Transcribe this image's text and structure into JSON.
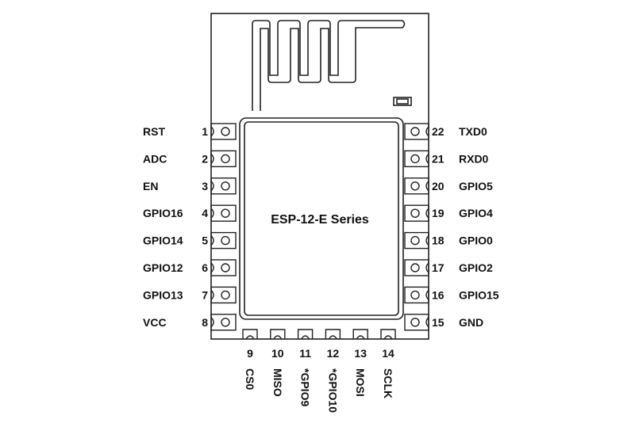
{
  "module": {
    "title": "ESP-12-E Series"
  },
  "left_pins": [
    {
      "num": "1",
      "name": "RST"
    },
    {
      "num": "2",
      "name": "ADC"
    },
    {
      "num": "3",
      "name": "EN"
    },
    {
      "num": "4",
      "name": "GPIO16"
    },
    {
      "num": "5",
      "name": "GPIO14"
    },
    {
      "num": "6",
      "name": "GPIO12"
    },
    {
      "num": "7",
      "name": "GPIO13"
    },
    {
      "num": "8",
      "name": "VCC"
    }
  ],
  "right_pins": [
    {
      "num": "22",
      "name": "TXD0"
    },
    {
      "num": "21",
      "name": "RXD0"
    },
    {
      "num": "20",
      "name": "GPIO5"
    },
    {
      "num": "19",
      "name": "GPIO4"
    },
    {
      "num": "18",
      "name": "GPIO0"
    },
    {
      "num": "17",
      "name": "GPIO2"
    },
    {
      "num": "16",
      "name": "GPIO15"
    },
    {
      "num": "15",
      "name": "GND"
    }
  ],
  "bottom_pins": [
    {
      "num": "9",
      "name": "CS0"
    },
    {
      "num": "10",
      "name": "MISO"
    },
    {
      "num": "11",
      "name": "*GPIO9"
    },
    {
      "num": "12",
      "name": "*GPIO10"
    },
    {
      "num": "13",
      "name": "MOSI"
    },
    {
      "num": "14",
      "name": "SCLK"
    }
  ]
}
